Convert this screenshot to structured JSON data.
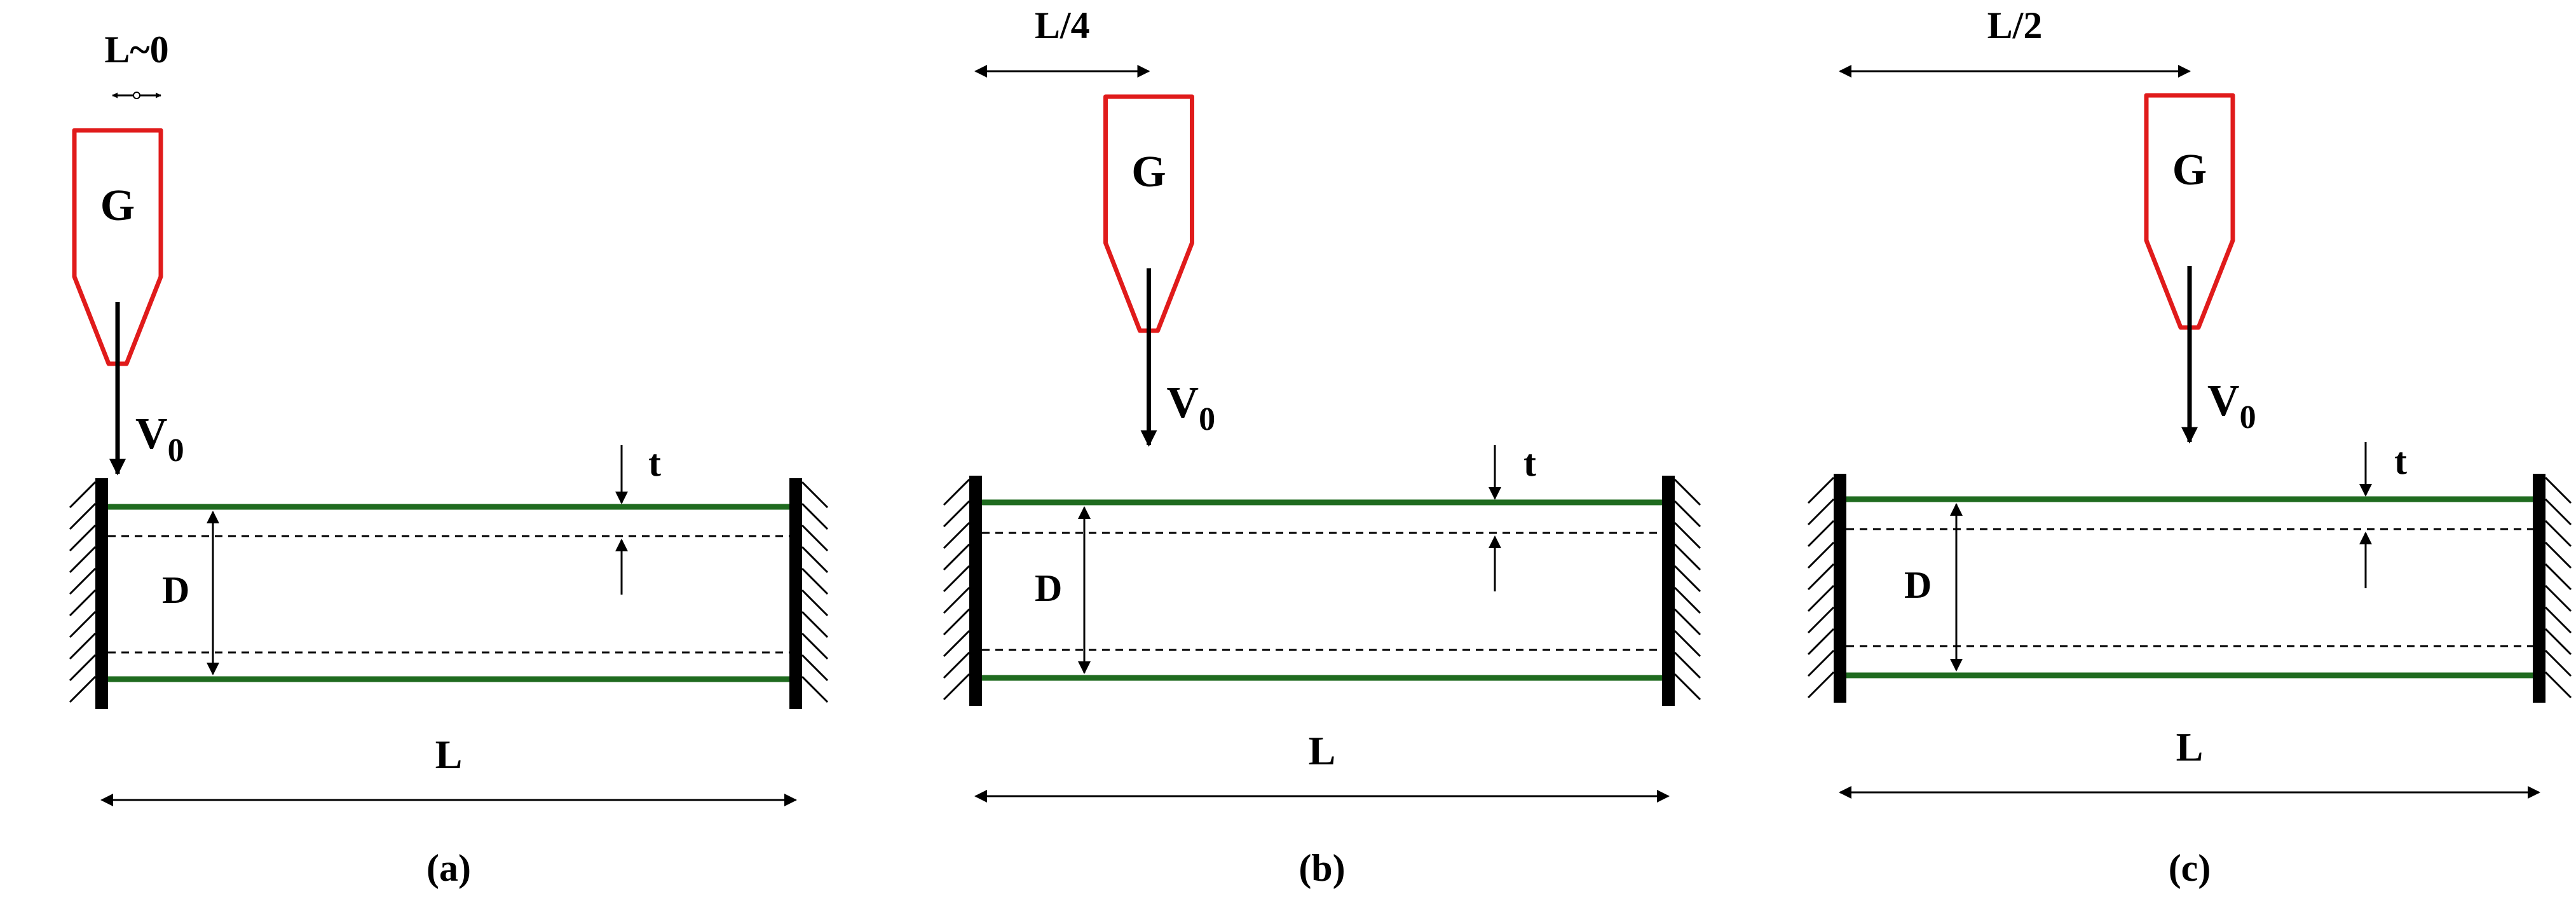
{
  "colors": {
    "gun": "#e01b1b",
    "wall": "#1f6b1f",
    "ink": "#000000",
    "background": "#ffffff"
  },
  "labels": {
    "gun": "G",
    "velocity": "V",
    "velocity_sub": "0",
    "thickness": "t",
    "diameter": "D",
    "length": "L"
  },
  "panels": [
    {
      "id": "a",
      "caption": "(a)",
      "impact_label": "L~0",
      "impact_position_fraction": 0
    },
    {
      "id": "b",
      "caption": "(b)",
      "impact_label": "L/4",
      "impact_position_fraction": 0.25
    },
    {
      "id": "c",
      "caption": "(c)",
      "impact_label": "L/2",
      "impact_position_fraction": 0.5
    }
  ]
}
